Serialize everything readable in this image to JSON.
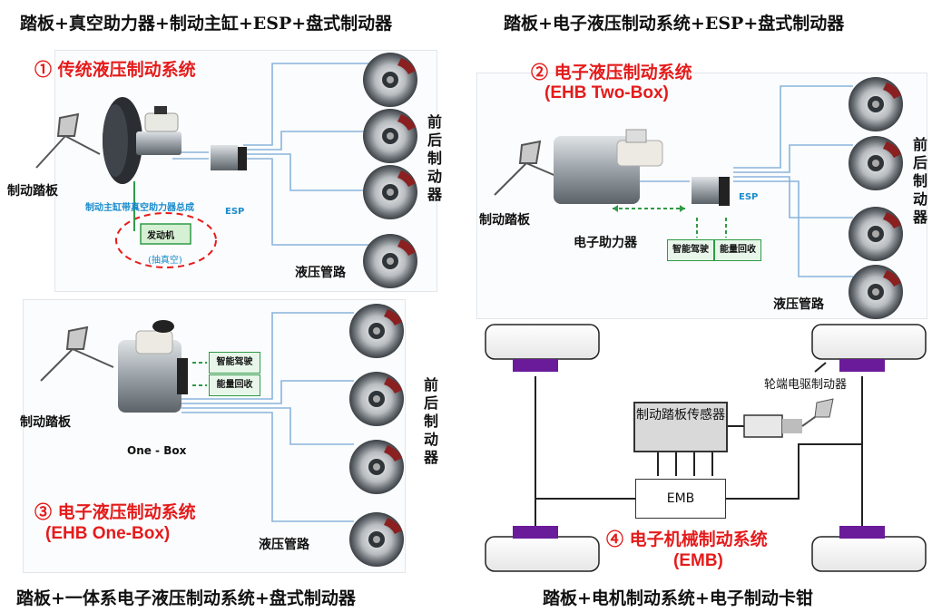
{
  "captions": {
    "top_left": "踏板+真空助力器+制动主缸+ESP+盘式制动器",
    "top_right": "踏板+电子液压制动系统+ESP+盘式制动器",
    "bottom_left": "踏板+一体系电子液压制动系统+盘式制动器",
    "bottom_right": "踏板+电机制动系统+电子制动卡钳"
  },
  "q1": {
    "title": "① 传统液压制动系统",
    "pedal": "制动踏板",
    "master_label": "制动主缸带真空助力器总成",
    "esp": "ESP",
    "engine": "发动机",
    "engine_sub": "(抽真空)",
    "brake_label": "前后制动器",
    "pipe": "液压管路"
  },
  "q2": {
    "title": "② 电子液压制动系统",
    "subtitle": "(EHB Two-Box)",
    "pedal": "制动踏板",
    "booster": "电子助力器",
    "esp": "ESP",
    "smart": "智能驾驶",
    "regen": "能量回收",
    "brake_label": "前后制动器",
    "pipe": "液压管路"
  },
  "q3": {
    "title": "③ 电子液压制动系统",
    "subtitle": "(EHB One-Box)",
    "pedal": "制动踏板",
    "unit": "One - Box",
    "smart": "智能驾驶",
    "regen": "能量回收",
    "brake_label": "前后制动器",
    "pipe": "液压管路"
  },
  "q4": {
    "title": "④ 电子机械制动系统",
    "subtitle": "(EMB)",
    "sensor": "制动踏板传感器",
    "emb": "EMB",
    "wheel_label": "轮端电驱制动器"
  },
  "colors": {
    "title_red": "#e51b1b",
    "pipe_blue": "#8ab4dc",
    "green": "#2f9b47",
    "purple": "#6a1b9a",
    "label_blue": "#1a8ccc"
  }
}
